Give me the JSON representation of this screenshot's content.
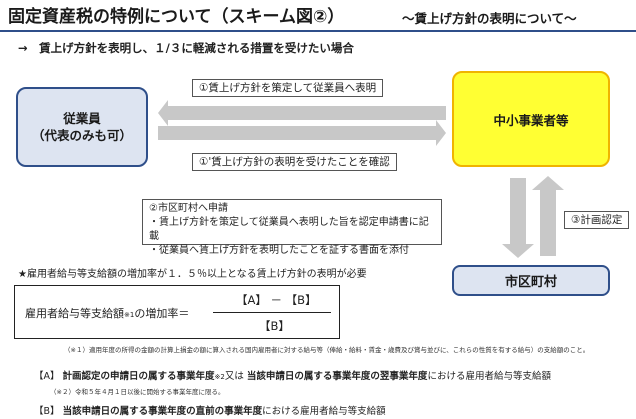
{
  "header": {
    "title": "固定資産税の特例について（スキーム図②）",
    "subtitle": "～賃上げ方針の表明について～",
    "case": "→　賃上げ方針を表明し、１/３に軽減される措置を受けたい場合"
  },
  "entities": {
    "employee_line1": "従業員",
    "employee_line2": "（代表のみも可）",
    "sme": "中小事業者等",
    "city": "市区町村"
  },
  "steps": {
    "step1": "①賃上げ方針を策定して従業員へ表明",
    "step1_confirm": "①'賃上げ方針の表明を受けたことを確認",
    "step2_title": "②市区町村へ申請",
    "step2_item1": "・賃上げ方針を策定して従業員へ表明した旨を認定申請書に記載",
    "step2_item2": "・従業員へ賃上げ方針を表明したことを証する書面を添付",
    "step3": "③計画認定"
  },
  "requirement": "★雇用者給与等支給額の増加率が１．５％以上となる賃上げ方針の表明が必要",
  "formula": {
    "label_main": "雇用者給与等支給額",
    "label_note": "※1",
    "label_tail": "の増加率＝",
    "numerator": "【A】 － 【B】",
    "denominator": "【B】"
  },
  "notes": {
    "footnote1": "（※１）適用年度の所得の金額の計算上損金の額に算入される国内雇用者に対する給与等（俸給・給料・賃金・歳費及び賞与並びに、これらの性質を有する給与）の支給額のこと。",
    "defA_prefix": "【A】",
    "defA_bold1": "計画認定の申請日の属する事業年度",
    "defA_note": "※2",
    "defA_mid": "又は",
    "defA_bold2": "当該申請日の属する事業年度の翌事業年度",
    "defA_tail": "における雇用者給与等支給額",
    "footnote2": "（※２）令和５年４月１日以後に開始する事業年度に限る。",
    "defB_prefix": "【B】",
    "defB_bold": "当該申請日の属する事業年度の直前の事業年度",
    "defB_tail": "における雇用者給与等支給額"
  },
  "colors": {
    "arrow_gray": "#c8c8c8",
    "accent_blue": "#2f4f8a",
    "sme_yellow": "#ffff33"
  }
}
